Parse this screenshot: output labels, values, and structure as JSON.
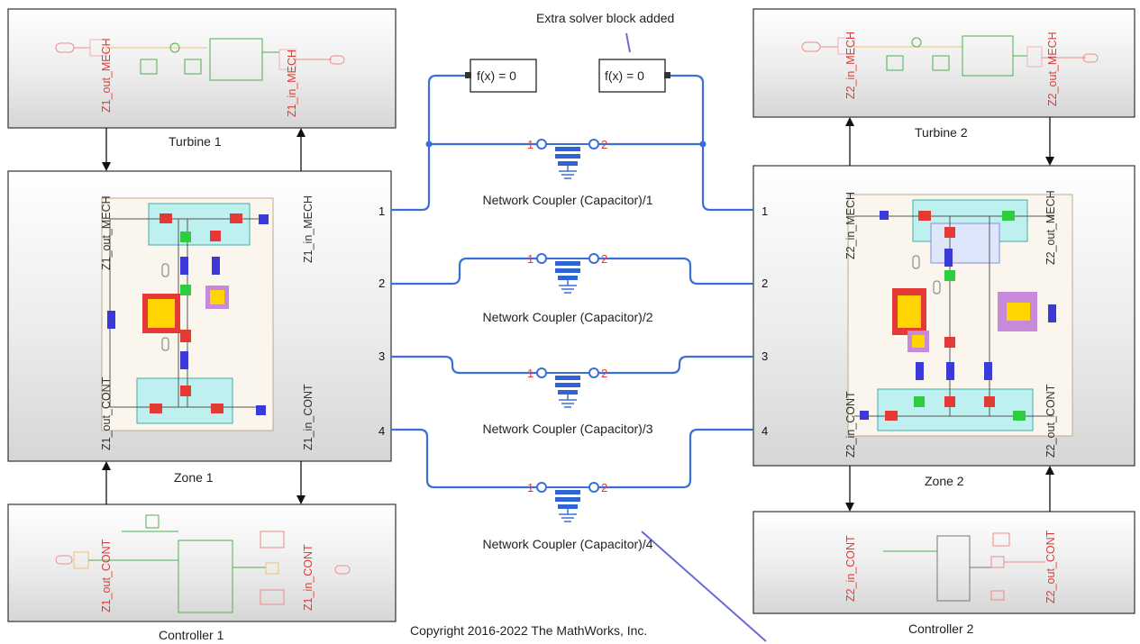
{
  "annotation": "Extra solver block added",
  "copyright": "Copyright 2016-2022 The MathWorks, Inc.",
  "solver_label": "f(x) = 0",
  "zones": {
    "turbine1": "Turbine 1",
    "turbine2": "Turbine 2",
    "zone1": "Zone 1",
    "zone2": "Zone 2",
    "controller1": "Controller 1",
    "controller2": "Controller 2"
  },
  "tags": {
    "z1_out_mech": "Z1_out_MECH",
    "z1_in_mech": "Z1_in_MECH",
    "z2_in_mech": "Z2_in_MECH",
    "z2_out_mech": "Z2_out_MECH",
    "z1_out_cont": "Z1_out_CONT",
    "z1_in_cont": "Z1_in_CONT",
    "z2_in_cont": "Z2_in_CONT",
    "z2_out_cont": "Z2_out_CONT"
  },
  "couplers": [
    {
      "label": "Network Coupler (Capacitor)/1"
    },
    {
      "label": "Network Coupler (Capacitor)/2"
    },
    {
      "label": "Network Coupler (Capacitor)/3"
    },
    {
      "label": "Network Coupler (Capacitor)/4"
    }
  ],
  "port_numbers": [
    "1",
    "2",
    "3",
    "4"
  ],
  "coupler_port_1": "1",
  "coupler_port_2": "2",
  "colors": {
    "wire": "#3b6fd8",
    "tag_red": "#e53935",
    "annotation_line": "#6a6ad8"
  }
}
